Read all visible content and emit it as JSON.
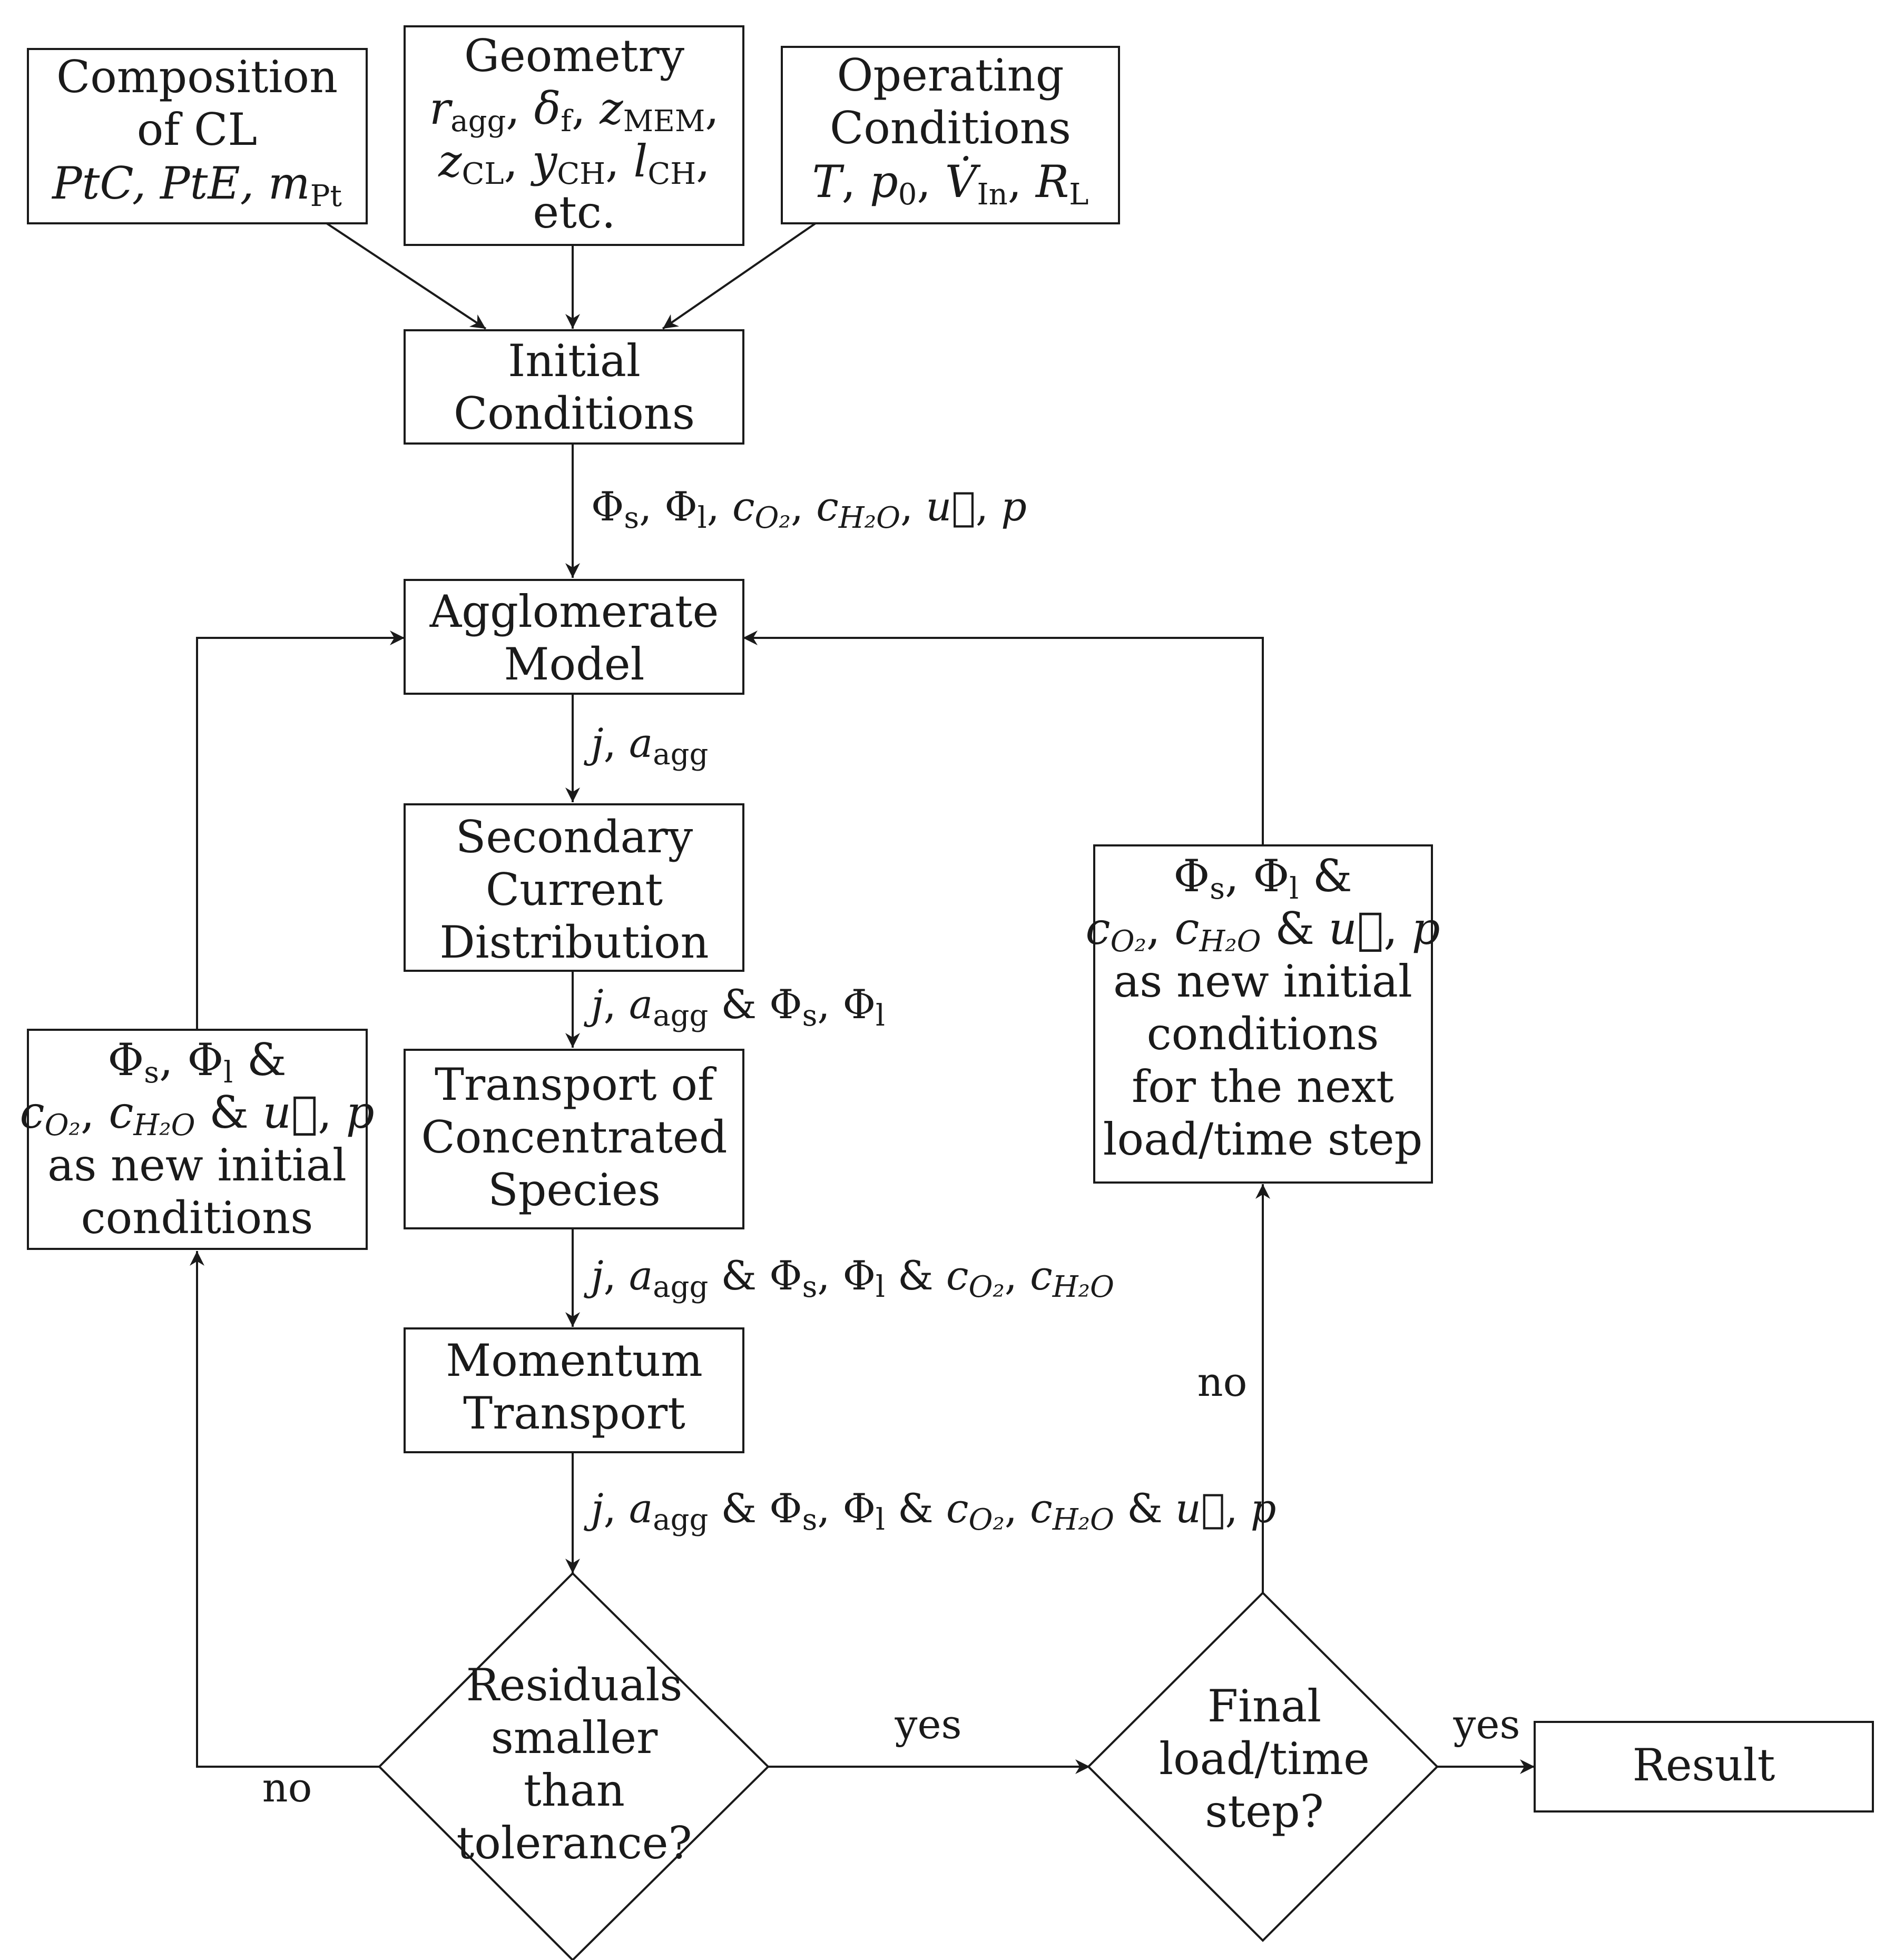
{
  "nodes": {
    "composition": {
      "line1": "Composition",
      "line2": "of CL",
      "line3_math": "PtC, PtE, m",
      "line3_sub": "Pt"
    },
    "geometry": {
      "title": "Geometry",
      "line4": "etc."
    },
    "operating": {
      "line1": "Operating",
      "line2": "Conditions"
    },
    "initial": {
      "line1": "Initial",
      "line2": "Conditions"
    },
    "agglomerate": {
      "line1": "Agglomerate",
      "line2": "Model"
    },
    "secondary": {
      "line1": "Secondary",
      "line2": "Current",
      "line3": "Distribution"
    },
    "transport": {
      "line1": "Transport of",
      "line2": "Concentrated",
      "line3": "Species"
    },
    "momentum": {
      "line1": "Momentum",
      "line2": "Transport"
    },
    "residuals": {
      "line1": "Residuals",
      "line2": "smaller",
      "line3": "than",
      "line4": "tolerance?"
    },
    "final": {
      "line1": "Final",
      "line2": "load/time",
      "line3": "step?"
    },
    "result": {
      "label": "Result"
    },
    "left_feedback": {
      "line3": "as new initial",
      "line4": "conditions"
    },
    "right_feedback": {
      "line3": "as new initial",
      "line4": "conditions",
      "line5": "for the next",
      "line6": "load/time step"
    }
  },
  "edges": {
    "yes_residuals": "yes",
    "no_residuals": "no",
    "yes_final": "yes",
    "no_final": "no"
  }
}
